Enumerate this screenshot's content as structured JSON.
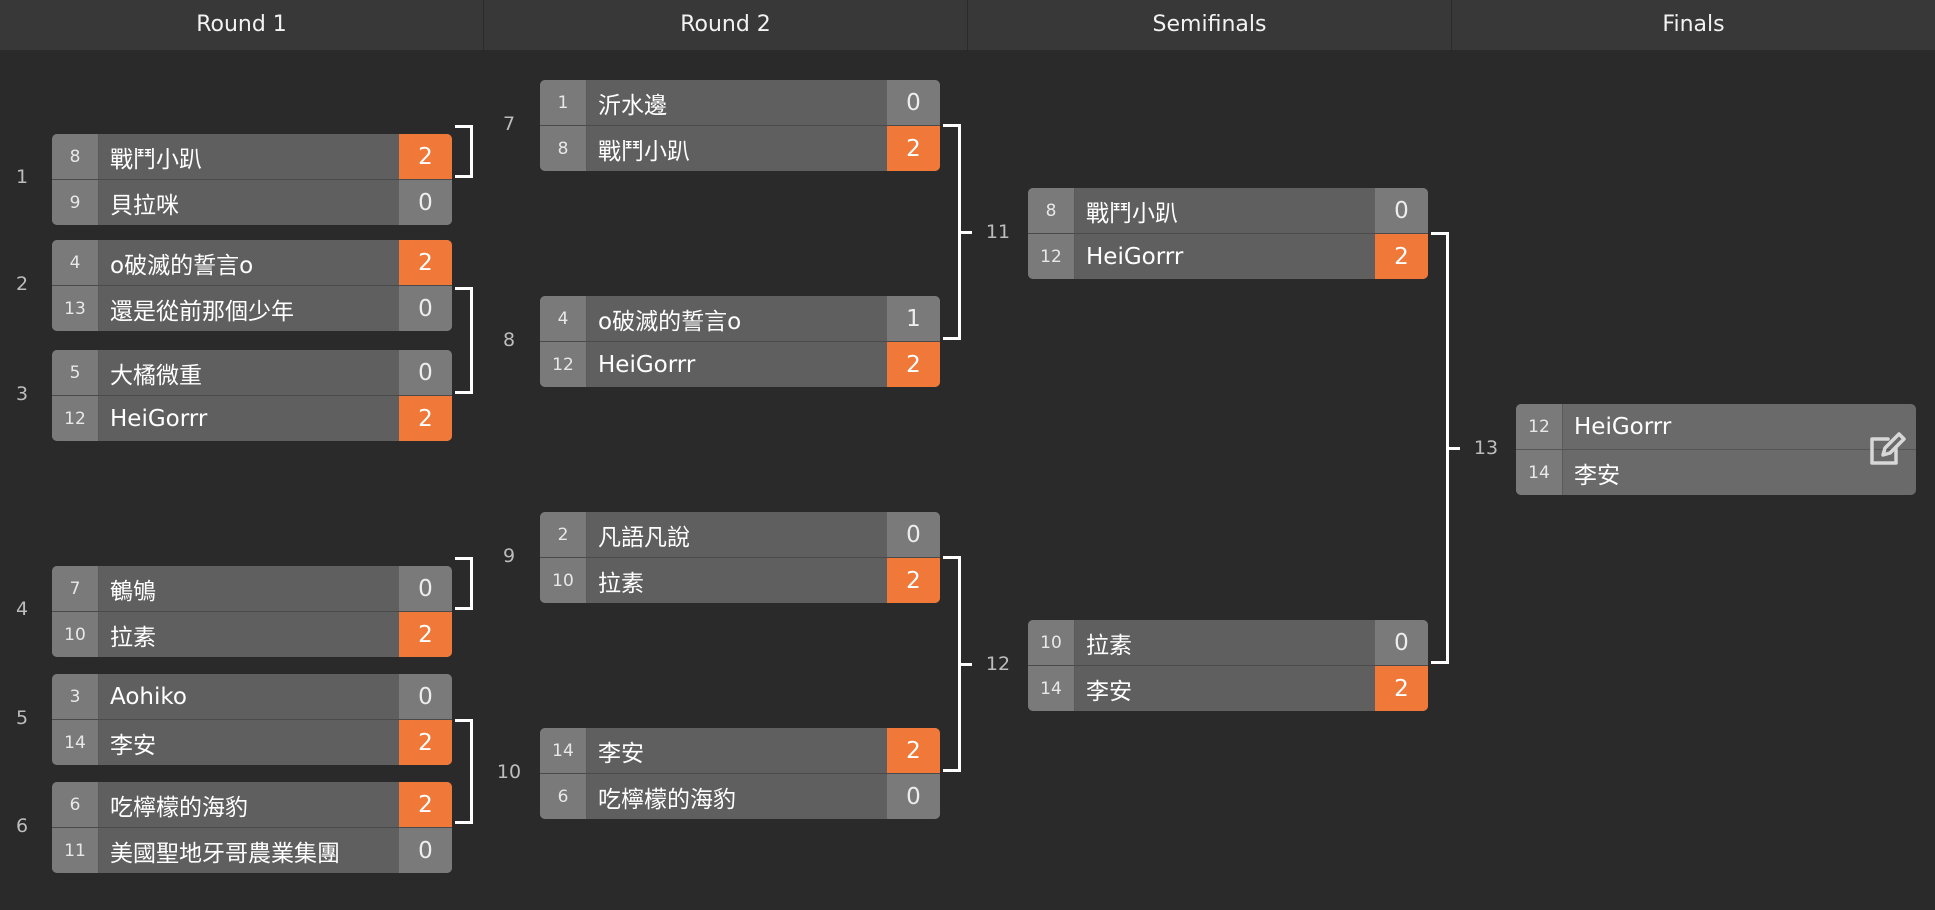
{
  "rounds": [
    "Round 1",
    "Round 2",
    "Semifinals",
    "Finals"
  ],
  "matches": {
    "m1": {
      "num": "1",
      "top": {
        "seed": "8",
        "name": "戰鬥小趴",
        "score": "2"
      },
      "bot": {
        "seed": "9",
        "name": "貝拉咪",
        "score": "0"
      }
    },
    "m2": {
      "num": "2",
      "top": {
        "seed": "4",
        "name": "o破滅的誓言o",
        "score": "2"
      },
      "bot": {
        "seed": "13",
        "name": "還是從前那個少年",
        "score": "0"
      }
    },
    "m3": {
      "num": "3",
      "top": {
        "seed": "5",
        "name": "大橘微重",
        "score": "0"
      },
      "bot": {
        "seed": "12",
        "name": "HeiGorrr",
        "score": "2"
      }
    },
    "m4": {
      "num": "4",
      "top": {
        "seed": "7",
        "name": "鵪鴝",
        "score": "0"
      },
      "bot": {
        "seed": "10",
        "name": "拉素",
        "score": "2"
      }
    },
    "m5": {
      "num": "5",
      "top": {
        "seed": "3",
        "name": "Aohiko",
        "score": "0"
      },
      "bot": {
        "seed": "14",
        "name": "李安",
        "score": "2"
      }
    },
    "m6": {
      "num": "6",
      "top": {
        "seed": "6",
        "name": "吃檸檬的海豹",
        "score": "2"
      },
      "bot": {
        "seed": "11",
        "name": "美國聖地牙哥農業集團",
        "score": "0"
      }
    },
    "m7": {
      "num": "7",
      "top": {
        "seed": "1",
        "name": "沂水邊",
        "score": "0"
      },
      "bot": {
        "seed": "8",
        "name": "戰鬥小趴",
        "score": "2"
      }
    },
    "m8": {
      "num": "8",
      "top": {
        "seed": "4",
        "name": "o破滅的誓言o",
        "score": "1"
      },
      "bot": {
        "seed": "12",
        "name": "HeiGorrr",
        "score": "2"
      }
    },
    "m9": {
      "num": "9",
      "top": {
        "seed": "2",
        "name": "凡語凡說",
        "score": "0"
      },
      "bot": {
        "seed": "10",
        "name": "拉素",
        "score": "2"
      }
    },
    "m10": {
      "num": "10",
      "top": {
        "seed": "14",
        "name": "李安",
        "score": "2"
      },
      "bot": {
        "seed": "6",
        "name": "吃檸檬的海豹",
        "score": "0"
      }
    },
    "m11": {
      "num": "11",
      "top": {
        "seed": "8",
        "name": "戰鬥小趴",
        "score": "0"
      },
      "bot": {
        "seed": "12",
        "name": "HeiGorrr",
        "score": "2"
      }
    },
    "m12": {
      "num": "12",
      "top": {
        "seed": "10",
        "name": "拉素",
        "score": "0"
      },
      "bot": {
        "seed": "14",
        "name": "李安",
        "score": "2"
      }
    },
    "m13": {
      "num": "13",
      "top": {
        "seed": "12",
        "name": "HeiGorrr"
      },
      "bot": {
        "seed": "14",
        "name": "李安"
      }
    }
  },
  "colors": {
    "win": "#f0793a",
    "background": "#2a2a2a"
  },
  "icons": {
    "finals_action": "edit-icon"
  }
}
